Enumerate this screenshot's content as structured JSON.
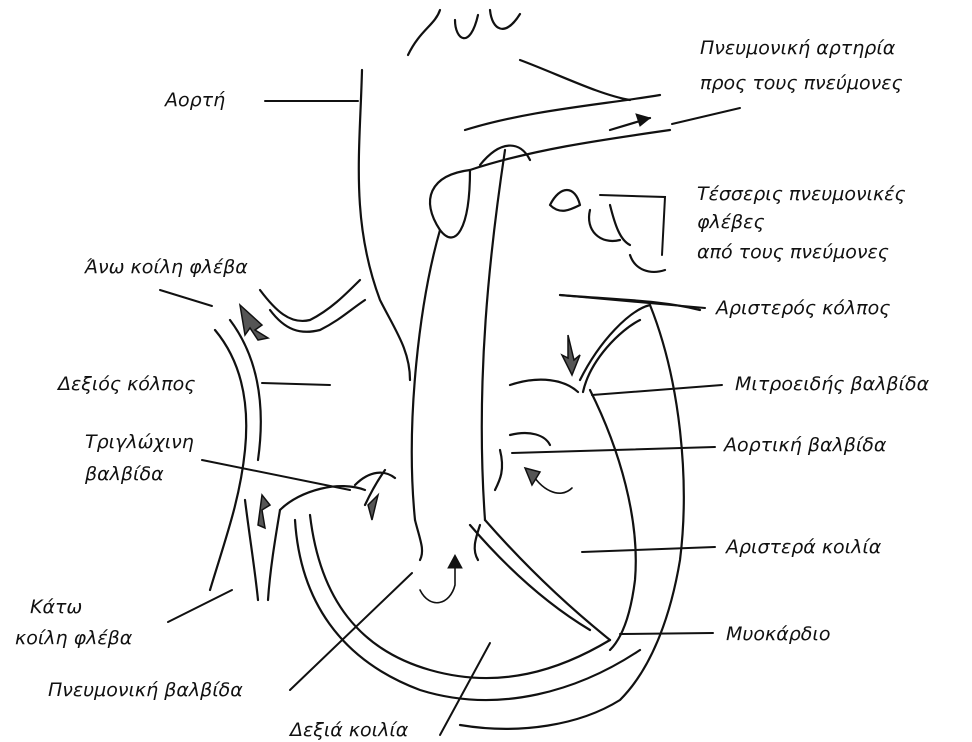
{
  "labels": {
    "aorta": "Αορτή",
    "pulmonary_artery_1": "Πνευμονική αρτηρία",
    "pulmonary_artery_2": "προς τους πνεύμονες",
    "pulmonary_veins_1": "Τέσσερις πνευμονικές",
    "pulmonary_veins_2": "φλέβες",
    "pulmonary_veins_3": "από τους πνεύμονες",
    "superior_vena_cava": "Άνω κοίλη φλέβα",
    "left_atrium": "Αριστερός κόλπος",
    "right_atrium": "Δεξιός κόλπος",
    "mitral_valve": "Μιτροειδής βαλβίδα",
    "tricuspid_valve_1": "Τριγλώχινη",
    "tricuspid_valve_2": "βαλβίδα",
    "aortic_valve": "Αορτική βαλβίδα",
    "left_ventricle": "Αριστερά κοιλία",
    "inferior_vena_cava_1": "Κάτω",
    "inferior_vena_cava_2": "κοίλη φλέβα",
    "myocardium": "Μυοκάρδιο",
    "pulmonary_valve": "Πνευμονική βαλβίδα",
    "right_ventricle": "Δεξιά κοιλία"
  }
}
